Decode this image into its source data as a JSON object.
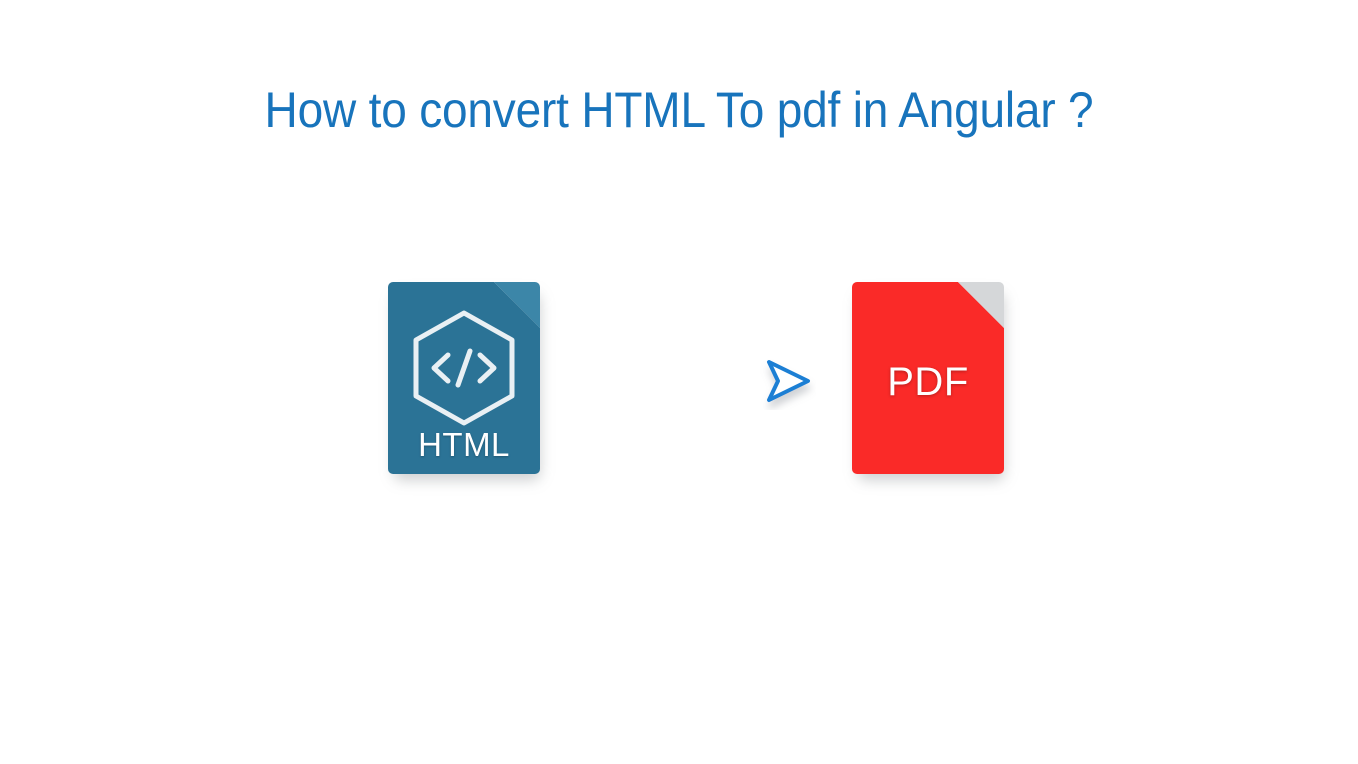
{
  "slide": {
    "background_color": "#ffffff",
    "title": "How to convert HTML To pdf in Angular ?",
    "title_color": "#1874BC"
  },
  "diagram": {
    "type": "conversion-flow",
    "source": {
      "name": "html-file-icon",
      "label": "HTML",
      "body_color": "#2B7396",
      "fold_color": "#3C86A8",
      "label_color": "#FFFFFF",
      "glyph": "code-hexagon-icon",
      "glyph_text": "</>"
    },
    "connector": {
      "name": "arrow-right",
      "color": "#1A7FD4",
      "style": "line-with-outline-arrowhead",
      "direction": "right"
    },
    "target": {
      "name": "pdf-file-icon",
      "label": "PDF",
      "body_color": "#FA2A28",
      "fold_color": "#D5D7D9",
      "label_color": "#FFFFFF"
    }
  }
}
